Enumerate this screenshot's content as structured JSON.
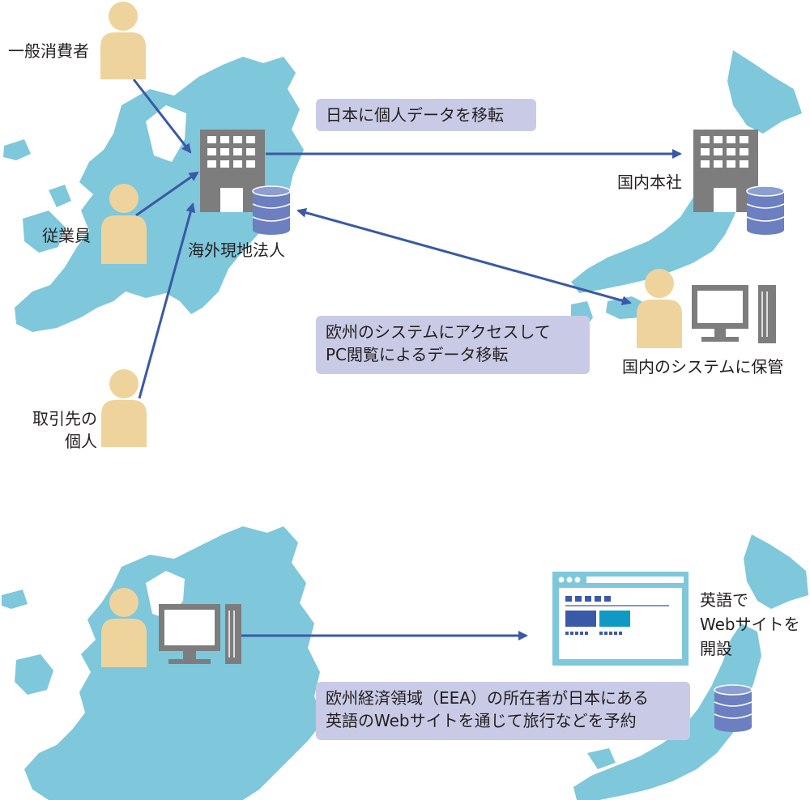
{
  "colors": {
    "map": "#7fc7db",
    "person": "#efd39d",
    "building": "#7d7d7d",
    "database": "#6c7fc0",
    "arrow": "#3a59a6",
    "label_box": "#c9cbe6",
    "computer": "#7d7d7d",
    "browser": "#7fc7db"
  },
  "top": {
    "people": {
      "consumer": "一般消費者",
      "employee": "従業員",
      "partner_line1": "取引先の",
      "partner_line2": "個人"
    },
    "overseas_subsidiary": "海外現地法人",
    "transfer_box": "日本に個人データを移転",
    "hq": "国内本社",
    "access_box_line1": "欧州のシステムにアクセスして",
    "access_box_line2": "PC閲覧によるデータ移転",
    "domestic_system": "国内のシステムに保管"
  },
  "bottom": {
    "website_line1": "英語で",
    "website_line2": "Webサイトを",
    "website_line3": "開設",
    "booking_box_line1": "欧州経済領域（EEA）の所在者が日本にある",
    "booking_box_line2": "英語のWebサイトを通じて旅行などを予約"
  },
  "icons": [
    "europe-map-icon",
    "japan-map-icon",
    "person-icon",
    "building-icon",
    "database-icon",
    "computer-icon",
    "browser-window-icon"
  ]
}
